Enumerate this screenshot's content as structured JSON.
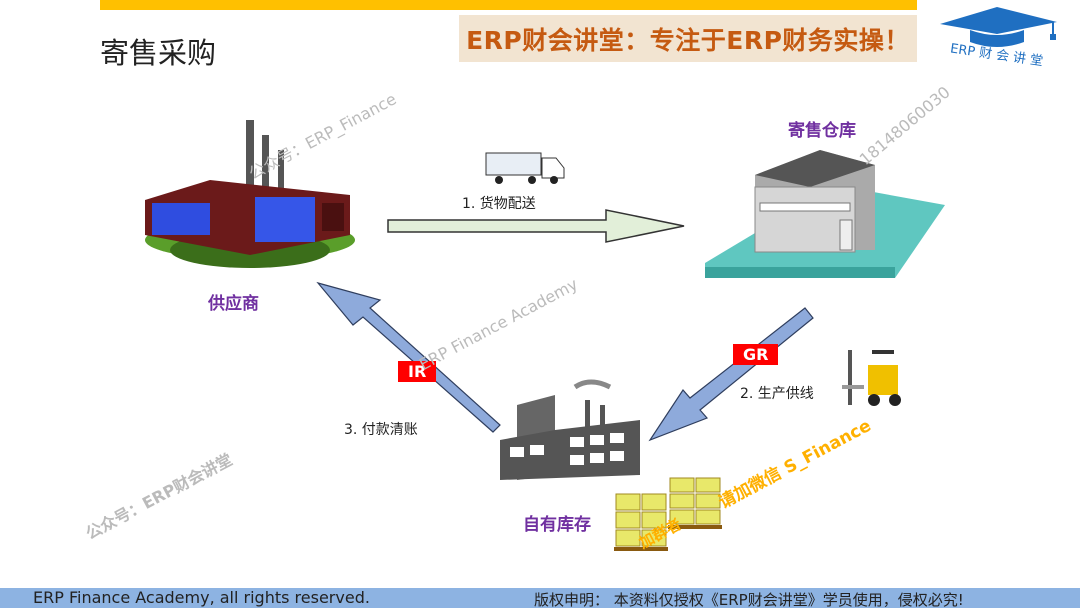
{
  "header": {
    "title": "寄售采购",
    "slogan": "ERP财会讲堂：专注于ERP财务实操！",
    "logo_text": "ERP 财 会 讲 堂"
  },
  "nodes": {
    "supplier": "供应商",
    "consignment_warehouse": "寄售仓库",
    "own_stock": "自有库存"
  },
  "steps": {
    "delivery": "1. 货物配送",
    "production": "2. 生产供线",
    "payment": "3. 付款清账"
  },
  "tags": {
    "gr": "GR",
    "ir": "IR"
  },
  "watermarks": [
    "公众号：ERP_Finance",
    "18148060030",
    "ERP Finance Academy",
    "公众号：ERP财会讲堂",
    "请加微信 S_Finance",
    "加群者"
  ],
  "footer": {
    "left": "ERP Finance Academy, all rights reserved.",
    "right": "版权申明： 本资料仅授权《ERP财会讲堂》学员使用，侵权必究!"
  },
  "colors": {
    "accent": "#ffc000",
    "label": "#7030a0",
    "arrow_blue": "#8eaadb",
    "tag": "#ff0000",
    "footer": "#8db3e2"
  }
}
